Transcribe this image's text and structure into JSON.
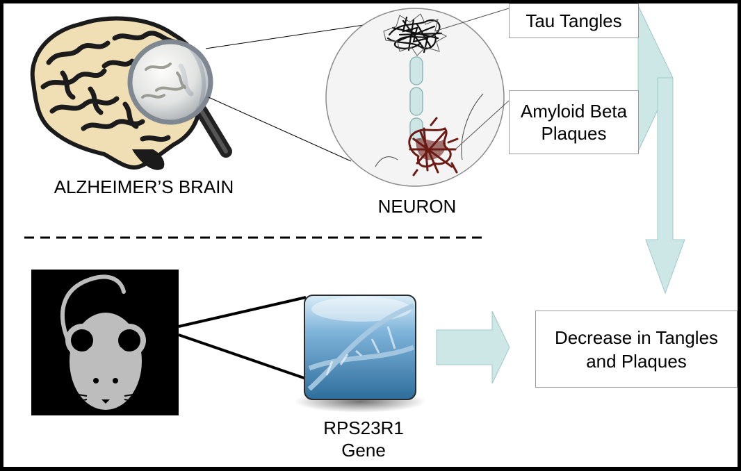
{
  "labels": {
    "brain": "ALZHEIMER’S BRAIN",
    "neuron": "NEURON",
    "tau": "Tau Tangles",
    "amyloid_line1": "Amyloid Beta",
    "amyloid_line2": "Plaques",
    "decrease_line1": "Decrease in Tangles",
    "decrease_line2": "and Plaques",
    "gene_line1": "RPS23R1",
    "gene_line2": "Gene"
  },
  "colors": {
    "frame": "#000000",
    "panel": "#ffffff",
    "arrow_fill": "#cde6e6",
    "arrow_stroke": "#9fc9c9",
    "tau": "#111111",
    "plaque": "#6b1b14",
    "axon": "#cfe6e6",
    "brain_fill": "#f0dfb5"
  },
  "icons": {
    "brain": "brain-illustration",
    "magnifier": "magnifying-glass-icon",
    "mouse": "mouse-icon",
    "dna": "dna-helix-icon"
  }
}
